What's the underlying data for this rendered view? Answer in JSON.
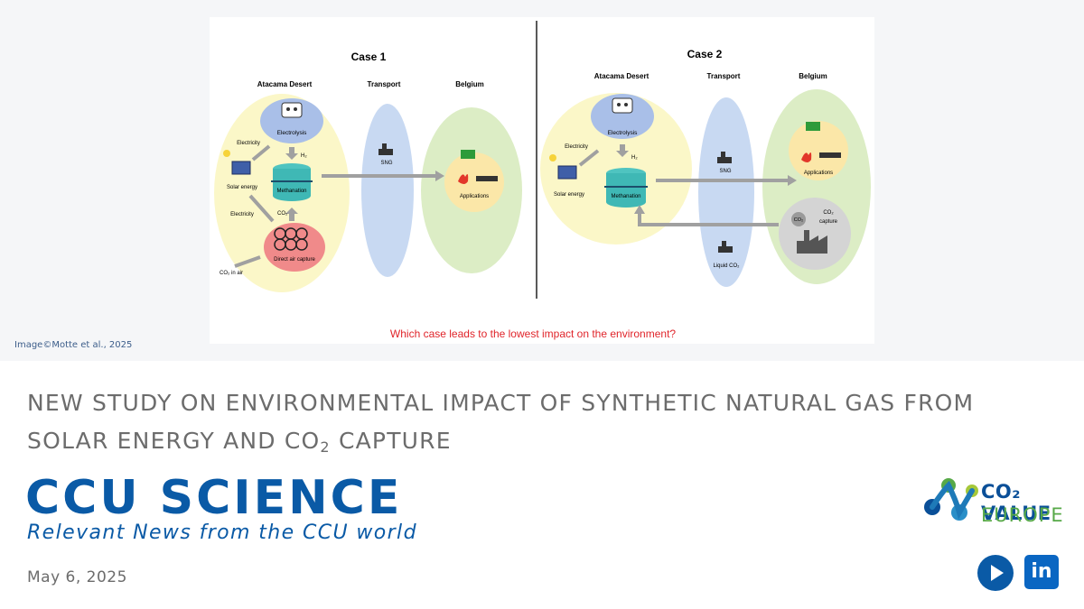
{
  "figure": {
    "case1": {
      "title": "Case 1",
      "headers": {
        "origin": "Atacama Desert",
        "transport": "Transport",
        "destination": "Belgium"
      },
      "labels": {
        "electrolysis": "Electrolysis",
        "h2": "H₂",
        "electricity_top": "Electricity",
        "solar": "Solar energy",
        "methanation": "Methanation",
        "co2": "CO₂",
        "electricity_bottom": "Electricity",
        "dac": "Direct air capture",
        "co2_air": "CO₂ in air",
        "sng": "SNG",
        "applications": "Applications"
      }
    },
    "case2": {
      "title": "Case 2",
      "headers": {
        "origin": "Atacama Desert",
        "transport": "Transport",
        "destination": "Belgium"
      },
      "labels": {
        "electrolysis": "Electrolysis",
        "h2": "H₂",
        "electricity": "Electricity",
        "solar": "Solar energy",
        "methanation": "Methanation",
        "sng": "SNG",
        "liquid_co2": "Liquid CO₂",
        "applications": "Applications",
        "co2_capture_1": "CO₂",
        "co2_capture_2": "capture",
        "co2_chimney": "CO₂"
      }
    },
    "question": "Which case leads to the lowest impact on the environment?"
  },
  "credit": "Image©Motte et al., 2025",
  "headline": {
    "part1": "NEW STUDY ON ENVIRONMENTAL IMPACT OF SYNTHETIC NATURAL GAS FROM SOLAR ENERGY AND CO",
    "sub": "2",
    "part2": " CAPTURE"
  },
  "brand": "CCU SCIENCE",
  "tagline": "Relevant News from the CCU world",
  "date": "May 6, 2025",
  "logo": {
    "line1": "CO₂ VALUE",
    "line2": "EUROPE"
  },
  "social": {
    "linkedin": "in"
  },
  "colors": {
    "brand_blue": "#0a5aa6",
    "logo_green": "#57a948",
    "question_red": "#e0242a"
  }
}
